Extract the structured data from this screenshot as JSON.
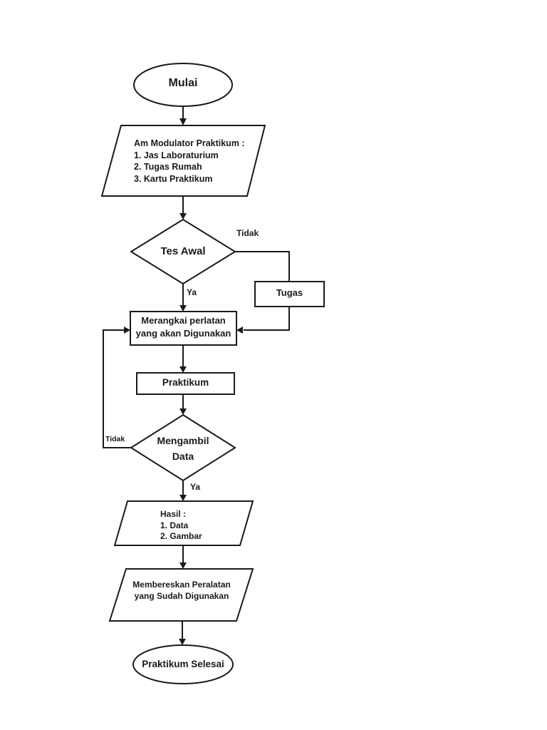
{
  "page": {
    "background": "#ffffff",
    "line_color": "#1a1a1a"
  },
  "nodes": {
    "start": {
      "label": "Mulai"
    },
    "preparation": {
      "title": "Am Modulator  Praktikum :",
      "items": [
        "1.  Jas Laboraturium",
        "2.  Tugas Rumah",
        "3.  Kartu Praktikum"
      ]
    },
    "decision_tes_awal": {
      "label": "Tes Awal"
    },
    "tugas": {
      "label": "Tugas"
    },
    "merangkai": {
      "lines": [
        "Merangkai perlatan",
        "yang akan Digunakan"
      ]
    },
    "praktikum": {
      "label": "Praktikum"
    },
    "decision_mengambil": {
      "lines": [
        "Mengambil",
        "Data"
      ]
    },
    "hasil": {
      "title": "Hasil :",
      "items": [
        "1.   Data",
        "2.   Gambar"
      ]
    },
    "membereskan": {
      "lines": [
        "Membereskan Peralatan",
        "yang Sudah Digunakan"
      ]
    },
    "end": {
      "label": "Praktikum Selesai"
    }
  },
  "edges": {
    "tes_awal_no": "Tidak",
    "tes_awal_yes": "Ya",
    "mengambil_no": "Tidak",
    "mengambil_yes": "Ya"
  }
}
